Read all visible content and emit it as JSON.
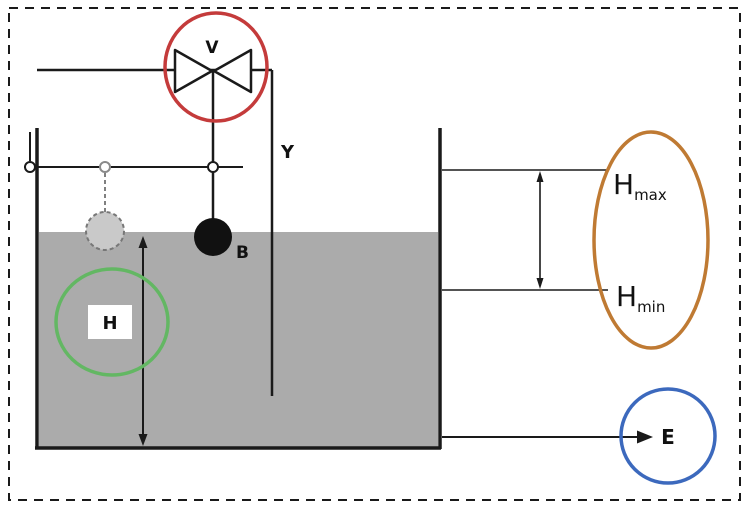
{
  "figure": {
    "labels": {
      "valve": "V",
      "control_line": "Y",
      "float_ball": "B",
      "level": "H",
      "level_max_main": "H",
      "level_max_sub": "max",
      "level_min_main": "H",
      "level_min_sub": "min",
      "outflow": "E"
    },
    "colors": {
      "valve_highlight": "#c43b3b",
      "level_highlight": "#63b763",
      "range_highlight": "#bf7a33",
      "outflow_highlight": "#3c69bd",
      "water": "#ababab",
      "ghost_fill": "#c9c9c9",
      "ghost_stroke": "#808080",
      "line": "#1a1a1a"
    }
  }
}
